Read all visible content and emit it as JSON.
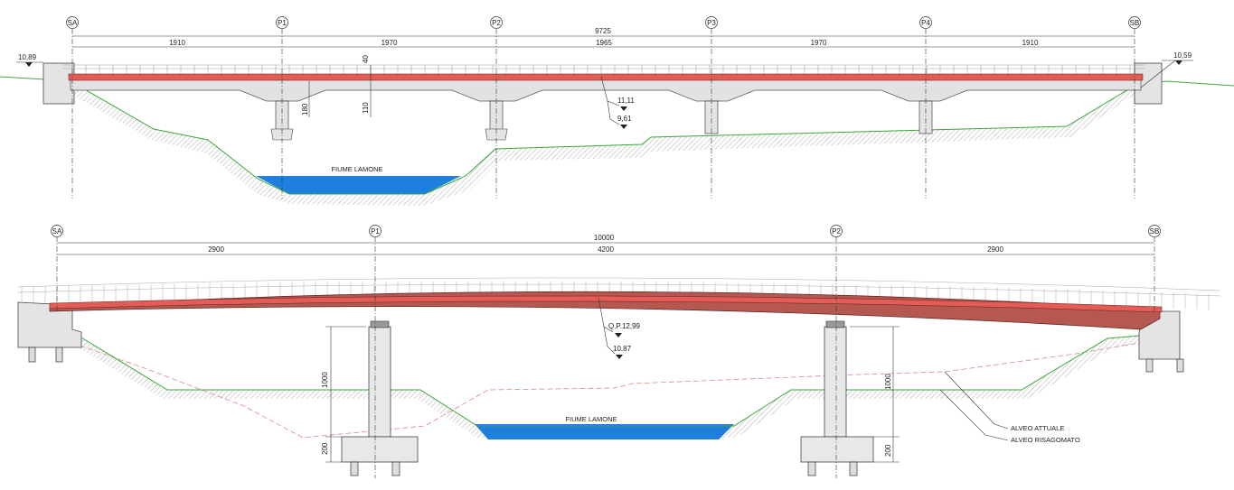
{
  "top_elevation": {
    "supports": [
      "SA",
      "P1",
      "P2",
      "P3",
      "P4",
      "SB"
    ],
    "total_span": "9725",
    "spans": [
      "1910",
      "1970",
      "1965",
      "1970",
      "1910"
    ],
    "levels": {
      "left_abutment": "10,89",
      "right_abutment": "10,59",
      "deck": "11,11",
      "river": "9,61"
    },
    "vertical_dims": {
      "deck_depth": "40",
      "pier_head": "180",
      "soffit": "110"
    },
    "river_label": "FIUME LAMONE"
  },
  "bottom_elevation": {
    "supports": [
      "SA",
      "P1",
      "P2",
      "SB"
    ],
    "total_span": "10000",
    "spans": [
      "2900",
      "4200",
      "2900"
    ],
    "levels": {
      "deck": "Q.P.12,99",
      "river": "10,87"
    },
    "vertical_dims": {
      "pier_left": "1000",
      "pier_right": "1000",
      "foot_left": "200",
      "foot_right": "200"
    },
    "river_label": "FIUME LAMONE",
    "legend": [
      "ALVEO ATTUALE",
      "ALVEO RISAGOMATO"
    ]
  },
  "colors": {
    "deck_red": "#b5584f",
    "deck_top": "#e35c55",
    "water": "#1f7fe0",
    "ground": "#3aa83a",
    "hatch": "#bbbbbb",
    "concrete": "#e4e4e4"
  }
}
